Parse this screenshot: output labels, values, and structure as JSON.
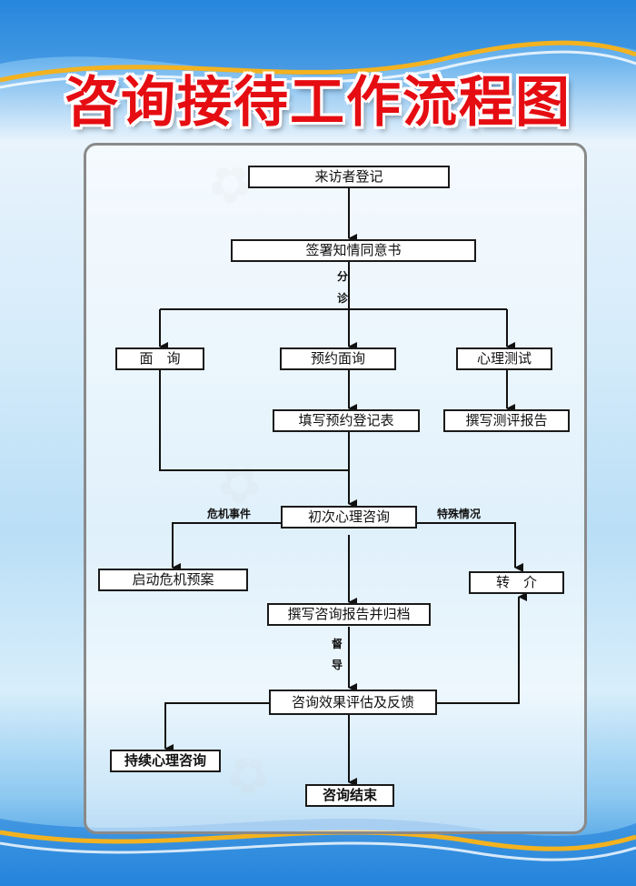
{
  "title": "咨询接待工作流程图",
  "nodes": {
    "register": "来访者登记",
    "consent": "签署知情同意书",
    "interview": "面　询",
    "appointment": "预约面询",
    "psych_test": "心理测试",
    "fill_form": "填写预约登记表",
    "test_report": "撰写测评报告",
    "first_consult": "初次心理咨询",
    "crisis_plan": "启动危机预案",
    "referral": "转　介",
    "write_report": "撰写咨询报告并归档",
    "evaluation": "咨询效果评估及反馈",
    "continue": "持续心理咨询",
    "end": "咨询结束"
  },
  "labels": {
    "triage_1": "分",
    "triage_2": "诊",
    "crisis_event": "危机事件",
    "special_case": "特殊情况",
    "supervise_1": "督",
    "supervise_2": "导"
  },
  "colors": {
    "title_red": "#e50d12",
    "line": "#111111",
    "panel_border": "#8a8a8a"
  }
}
